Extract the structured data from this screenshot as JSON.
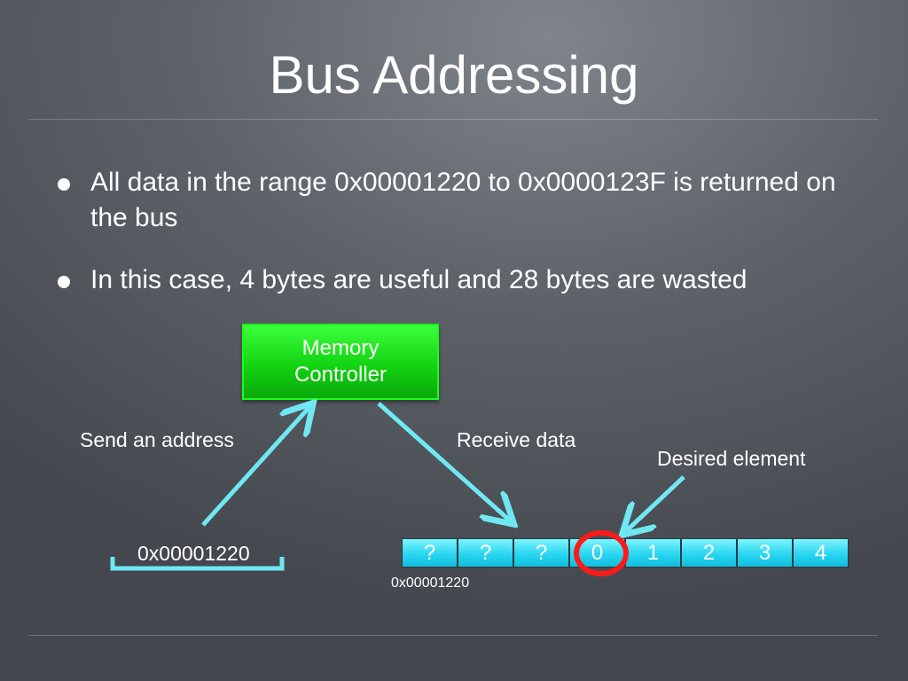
{
  "slide": {
    "title": "Bus Addressing",
    "bullets": [
      "All data in the range 0x00001220 to 0x0000123F is returned on the bus",
      "In this case, 4 bytes are useful and 28 bytes are wasted"
    ]
  },
  "diagram": {
    "memory_controller": "Memory\nController",
    "send_label": "Send an address",
    "receive_label": "Receive data",
    "desired_label": "Desired element",
    "address_value": "0x00001220",
    "cells": [
      "?",
      "?",
      "?",
      "0",
      "1",
      "2",
      "3",
      "4"
    ],
    "start_address": "0x00001220",
    "colors": {
      "controller": "#12d412",
      "cell": "#24d3ef",
      "arrow": "#6fe8f2",
      "highlight": "#ff1a1a"
    }
  }
}
